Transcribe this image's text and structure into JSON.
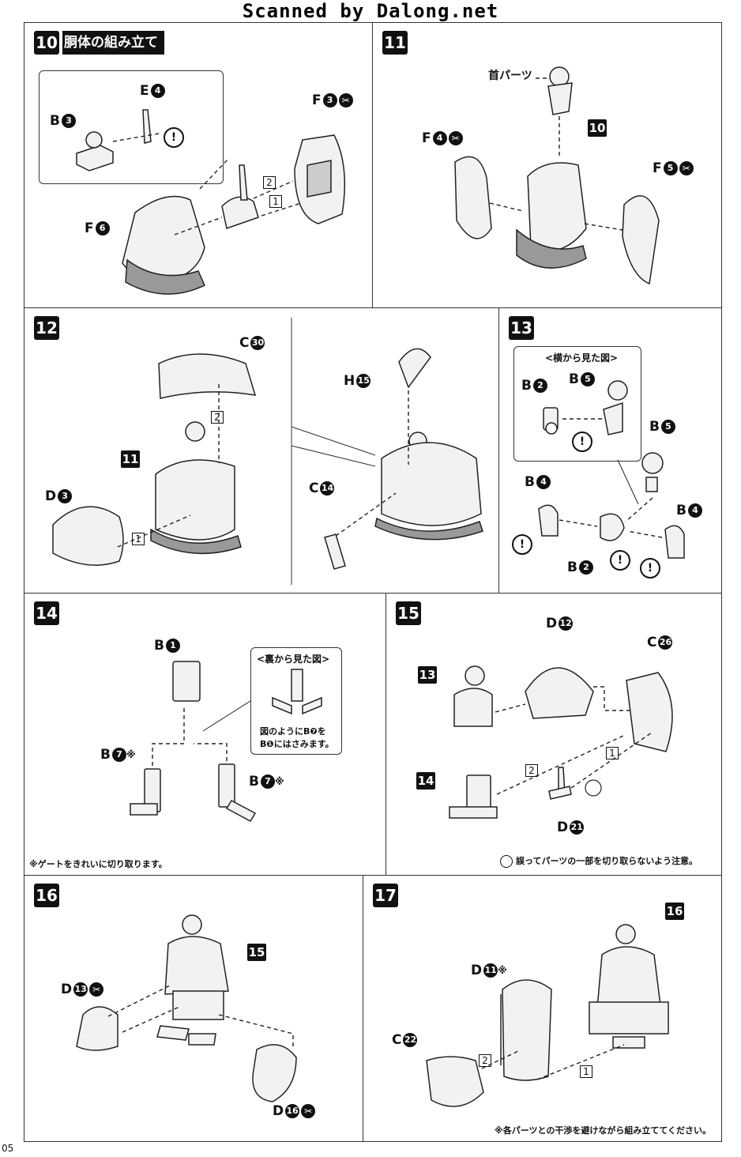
{
  "header": "Scanned by Dalong.net",
  "page_number": "05",
  "step10": {
    "number": "10",
    "title": "胴体の組み立て",
    "labels": {
      "e4": {
        "letter": "E",
        "num": "4"
      },
      "b3": {
        "letter": "B",
        "num": "3"
      },
      "f3": {
        "letter": "F",
        "num": "3"
      },
      "f6": {
        "letter": "F",
        "num": "6"
      }
    },
    "order": [
      "2",
      "1"
    ]
  },
  "step11": {
    "number": "11",
    "neck_label": "首パーツ",
    "ref": "10",
    "labels": {
      "f4": {
        "letter": "F",
        "num": "4"
      },
      "f5": {
        "letter": "F",
        "num": "5"
      }
    }
  },
  "step12": {
    "number": "12",
    "ref": "11",
    "labels": {
      "c30": {
        "letter": "C",
        "num": "30"
      },
      "d3": {
        "letter": "D",
        "num": "3"
      },
      "h15": {
        "letter": "H",
        "num": "15"
      },
      "c14": {
        "letter": "C",
        "num": "14"
      }
    },
    "order": [
      "2",
      "1"
    ]
  },
  "step13": {
    "number": "13",
    "inset_title": "<横から見た図>",
    "labels": {
      "b2a": {
        "letter": "B",
        "num": "2"
      },
      "b5a": {
        "letter": "B",
        "num": "5"
      },
      "b5b": {
        "letter": "B",
        "num": "5"
      },
      "b4a": {
        "letter": "B",
        "num": "4"
      },
      "b4b": {
        "letter": "B",
        "num": "4"
      },
      "b2b": {
        "letter": "B",
        "num": "2"
      }
    }
  },
  "step14": {
    "number": "14",
    "inset_title": "<裏から見た図>",
    "inset_caption_1": "図のようにB❼を",
    "inset_caption_2": "B❶にはさみます。",
    "note": "※ゲートをきれいに切り取ります。",
    "labels": {
      "b1": {
        "letter": "B",
        "num": "1"
      },
      "b7a": {
        "letter": "B",
        "num": "7",
        "mark": "※"
      },
      "b7b": {
        "letter": "B",
        "num": "7",
        "mark": "※"
      }
    }
  },
  "step15": {
    "number": "15",
    "refs": [
      "13",
      "14"
    ],
    "labels": {
      "d12": {
        "letter": "D",
        "num": "12"
      },
      "c26": {
        "letter": "C",
        "num": "26"
      },
      "d21": {
        "letter": "D",
        "num": "21"
      }
    },
    "order": [
      "2",
      "1"
    ],
    "note": "誤ってパーツの一部を切り取らないよう注意。"
  },
  "step16": {
    "number": "16",
    "ref": "15",
    "labels": {
      "d13": {
        "letter": "D",
        "num": "13"
      },
      "d16": {
        "letter": "D",
        "num": "16"
      }
    }
  },
  "step17": {
    "number": "17",
    "ref": "16",
    "labels": {
      "d11": {
        "letter": "D",
        "num": "11",
        "mark": "※"
      },
      "c22": {
        "letter": "C",
        "num": "22"
      }
    },
    "order": [
      "2",
      "1"
    ],
    "note": "※各パーツとの干渉を避けながら組み立ててください。"
  }
}
